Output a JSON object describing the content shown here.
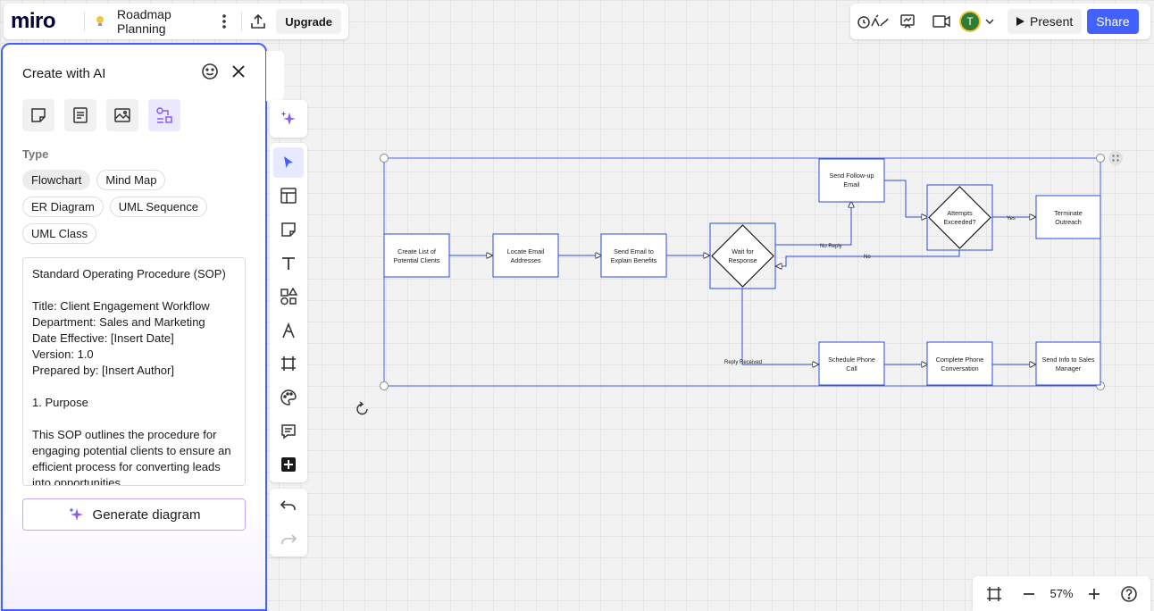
{
  "app": {
    "logo": "miro",
    "board_title": "Roadmap Planning",
    "upgrade_label": "Upgrade",
    "present_label": "Present",
    "share_label": "Share",
    "avatar_initial": "T",
    "accent_color": "#4262ff"
  },
  "ai_panel": {
    "title": "Create with AI",
    "type_label": "Type",
    "types": [
      "Flowchart",
      "Mind Map",
      "ER Diagram",
      "UML Sequence",
      "UML Class"
    ],
    "selected_type": "Flowchart",
    "prompt_text": "Standard Operating Procedure (SOP)\n\nTitle: Client Engagement Workflow\nDepartment: Sales and Marketing\nDate Effective: [Insert Date]\nVersion: 1.0\nPrepared by: [Insert Author]\n\n1. Purpose\n\nThis SOP outlines the procedure for engaging potential clients to ensure an efficient process for converting leads into opportunities.",
    "generate_label": "Generate diagram"
  },
  "zoom": {
    "level": "57%"
  },
  "diagram": {
    "nodes": [
      {
        "id": "n1",
        "lines": [
          "Create List of",
          "Potential Clients"
        ]
      },
      {
        "id": "n2",
        "lines": [
          "Locate Email",
          "Addresses"
        ]
      },
      {
        "id": "n3",
        "lines": [
          "Send Email to",
          "Explain Benefits"
        ]
      },
      {
        "id": "n4",
        "lines": [
          "Wait for",
          "Response"
        ]
      },
      {
        "id": "n5",
        "lines": [
          "Send Follow-up",
          "Email"
        ]
      },
      {
        "id": "n6",
        "lines": [
          "Attempts",
          "Exceeded?"
        ]
      },
      {
        "id": "n7",
        "lines": [
          "Terminate",
          "Outreach"
        ]
      },
      {
        "id": "n8",
        "lines": [
          "Schedule Phone",
          "Call"
        ]
      },
      {
        "id": "n9",
        "lines": [
          "Complete Phone",
          "Conversation"
        ]
      },
      {
        "id": "n10",
        "lines": [
          "Send Info to Sales",
          "Manager"
        ]
      }
    ],
    "edge_labels": {
      "no_reply": "No Reply",
      "no": "No",
      "yes": "Yes",
      "reply_received": "Reply Received"
    }
  }
}
